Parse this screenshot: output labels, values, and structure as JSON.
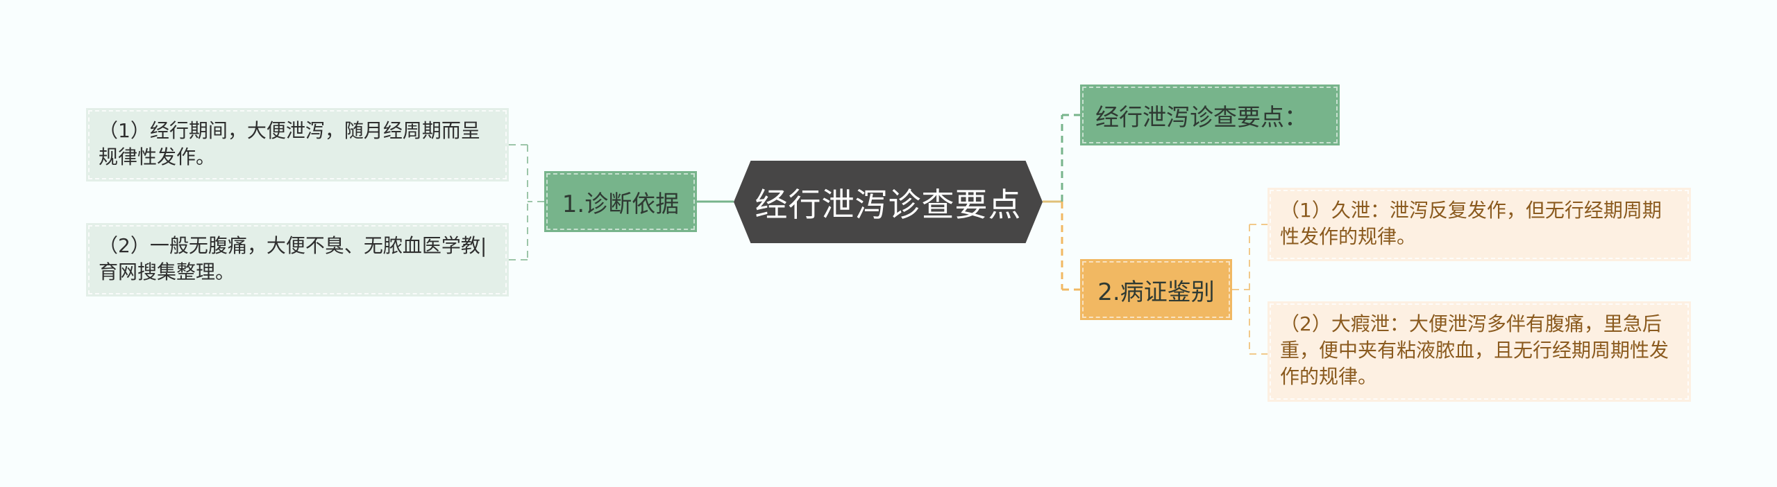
{
  "colors": {
    "background": "#f9fefe",
    "root": "#474646",
    "green_branch": "#77b48b",
    "amber_branch": "#f1b862",
    "green_leaf": "#e3efe8",
    "amber_leaf": "#fdf0e2"
  },
  "root": {
    "label": "经行泄泻诊查要点"
  },
  "left_branch": {
    "label": "1.诊断依据",
    "leaves": [
      "（1）经行期间，大便泄泻，随月经周期而呈规律性发作。",
      "（2）一般无腹痛，大便不臭、无脓血医学教|育网搜集整理。"
    ]
  },
  "right_top": {
    "label": "经行泄泻诊查要点："
  },
  "right_branch": {
    "label": "2.病证鉴别",
    "leaves": [
      "（1）久泄：泄泻反复发作，但无行经期周期性发作的规律。",
      "（2）大瘕泄：大便泄泻多伴有腹痛，里急后重，便中夹有粘液脓血，且无行经期周期性发作的规律。"
    ]
  }
}
